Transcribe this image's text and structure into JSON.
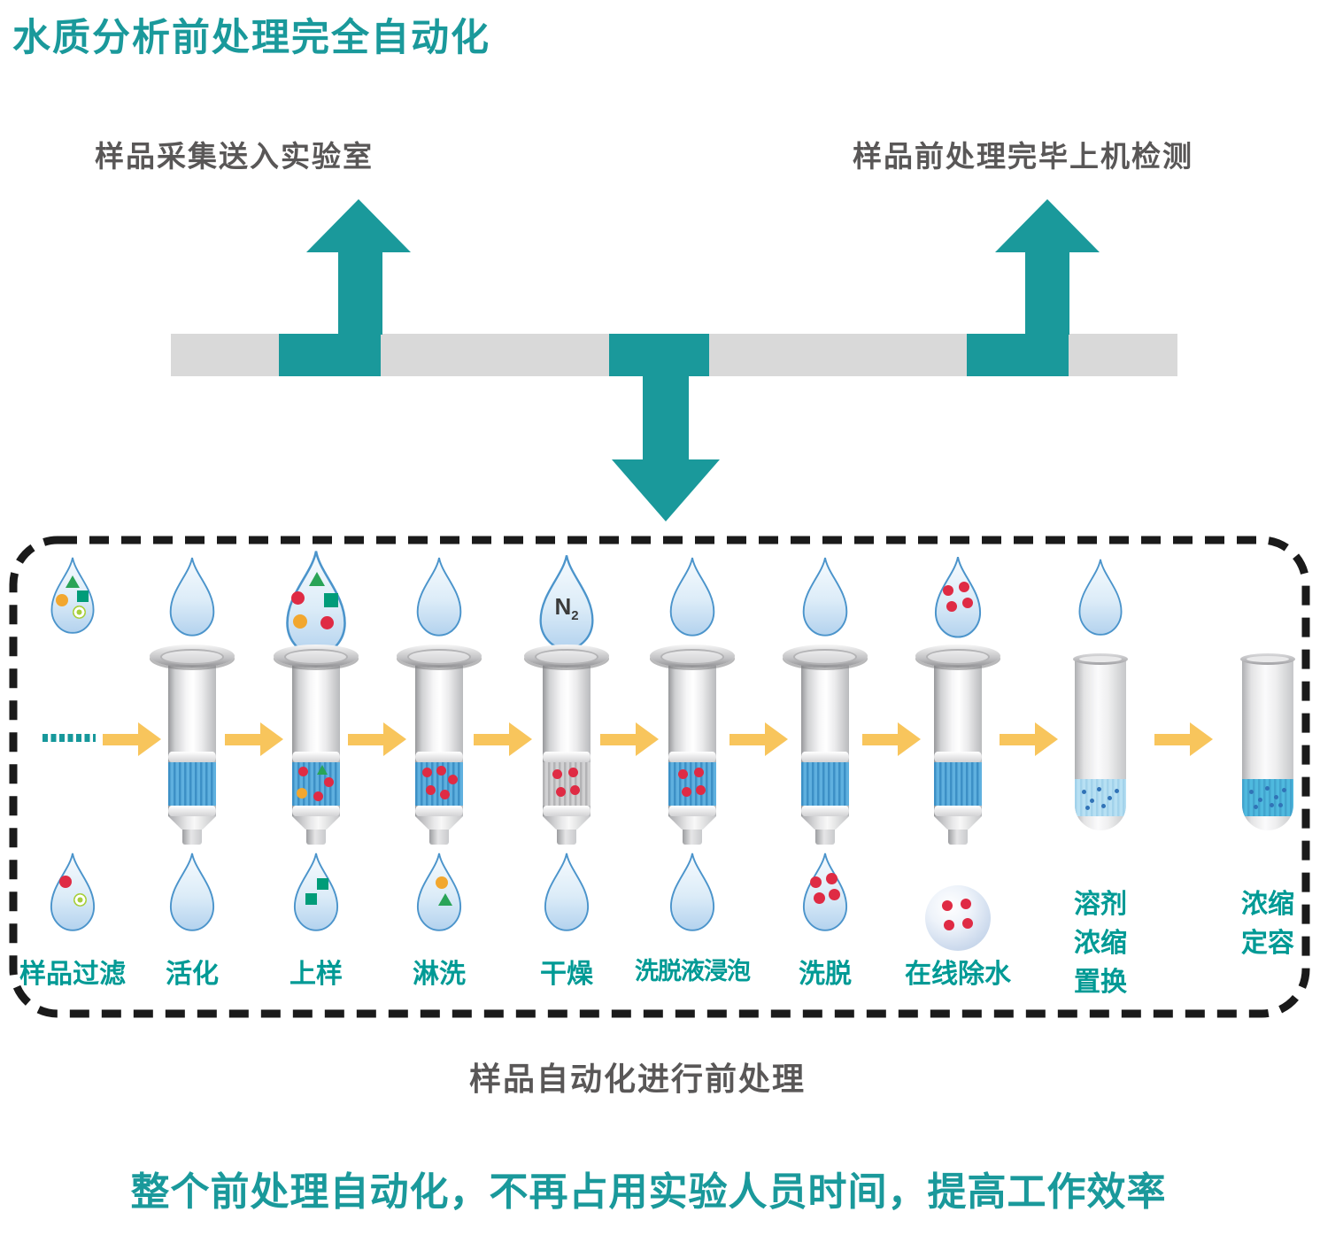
{
  "title": "水质分析前处理完全自动化",
  "top_flow": {
    "left_label": "样品采集送入实验室",
    "right_label": "样品前处理完毕上机检测"
  },
  "pipeline": {
    "caption": "样品自动化进行前处理",
    "nitrogen": {
      "symbol": "N",
      "subscript": "2"
    },
    "stages": [
      {
        "label": "样品过滤"
      },
      {
        "label": "活化"
      },
      {
        "label": "上样"
      },
      {
        "label": "淋洗"
      },
      {
        "label": "干燥"
      },
      {
        "label": "洗脱液浸泡"
      },
      {
        "label": "洗脱"
      },
      {
        "label": "在线除水"
      },
      {
        "label_lines": [
          "溶剂",
          "浓缩",
          "置换"
        ]
      },
      {
        "label_lines": [
          "浓缩",
          "定容"
        ]
      }
    ]
  },
  "footer": "整个前处理自动化，不再占用实验人员时间，提高工作效率",
  "colors": {
    "teal": "#1a999b",
    "label_teal": "#009a95",
    "text_gray": "#595757",
    "bar_gray": "#d9d9d9",
    "arrow_yellow": "#f8c55c",
    "band_blue": "#4da7db",
    "dot_red": "#df2b44",
    "green_triangle": "#2aa457",
    "green_square": "#009c79",
    "orange": "#f2a72f",
    "lime_ring": "#a8cf3d",
    "tube_dot_blue": "#3173b7"
  }
}
